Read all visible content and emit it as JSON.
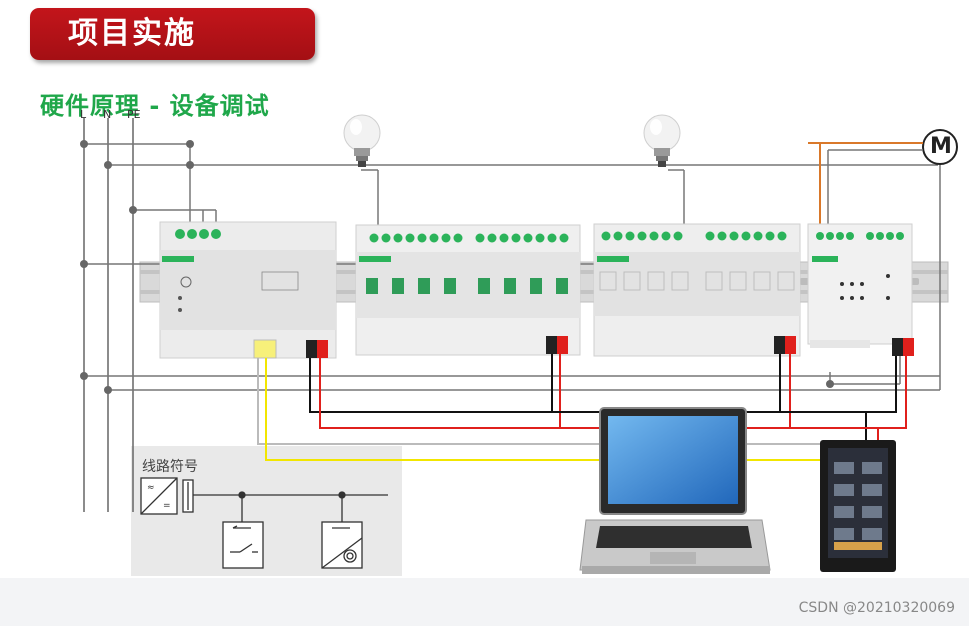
{
  "header": {
    "title": "项目实施",
    "subtitle": "硬件原理 - 设备调试"
  },
  "bus_lines": [
    "L",
    "N",
    "PE"
  ],
  "motor_symbol": "M",
  "legend": {
    "title": "线路符号"
  },
  "watermark": "CSDN @20210320069",
  "colors": {
    "banner": "#b8121a",
    "subtitle": "#1fa74a",
    "wire_black": "#111111",
    "wire_red": "#e0201c",
    "wire_yellow": "#f2e600",
    "wire_orange": "#d9782a",
    "wire_grey": "#777777",
    "terminal_green": "#2bb35a"
  },
  "icons": [
    "light-bulb-icon",
    "motor-icon",
    "laptop-icon",
    "touch-panel-icon",
    "power-supply-symbol-icon",
    "switch-actuator-symbol-icon",
    "dimmer-symbol-icon"
  ]
}
